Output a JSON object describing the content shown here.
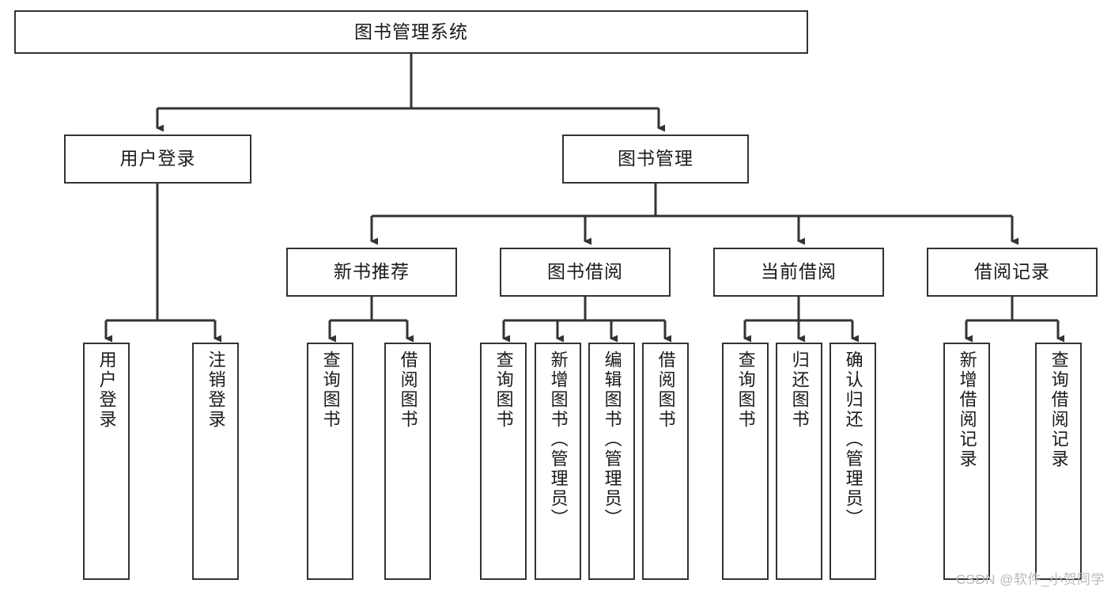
{
  "diagram": {
    "title": "图书管理系统",
    "type": "tree-hierarchy",
    "watermark": "CSDN @软件_小贺同学",
    "colors": {
      "box_border": "#333333",
      "box_fill": "#ffffff",
      "connector": "#333333",
      "text": "#1a1a1a",
      "watermark": "#b9b9b9"
    },
    "root": {
      "label": "图书管理系统"
    },
    "level2": [
      {
        "label": "用户登录"
      },
      {
        "label": "图书管理"
      }
    ],
    "level3": [
      {
        "label": "新书推荐"
      },
      {
        "label": "图书借阅"
      },
      {
        "label": "当前借阅"
      },
      {
        "label": "借阅记录"
      }
    ],
    "leaves": {
      "user_login": [
        {
          "label": "用户登录"
        },
        {
          "label": "注销登录"
        }
      ],
      "new_book": [
        {
          "label": "查询图书"
        },
        {
          "label": "借阅图书"
        }
      ],
      "book_borrow": [
        {
          "label": "查询图书"
        },
        {
          "label": "新增图书（管理员）"
        },
        {
          "label": "编辑图书（管理员）"
        },
        {
          "label": "借阅图书"
        }
      ],
      "current_borrow": [
        {
          "label": "查询图书"
        },
        {
          "label": "归还图书"
        },
        {
          "label": "确认归还（管理员）"
        }
      ],
      "borrow_record": [
        {
          "label": "新增借阅记录"
        },
        {
          "label": "查询借阅记录"
        }
      ]
    }
  }
}
